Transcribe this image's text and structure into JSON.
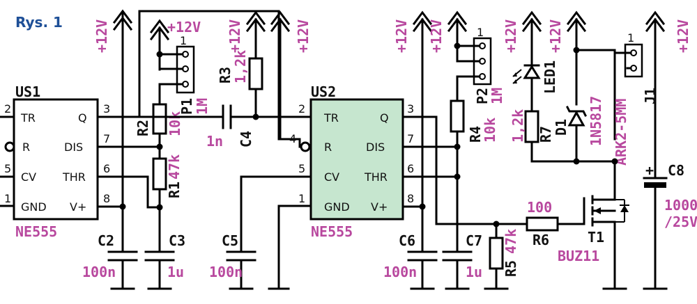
{
  "title": "Rys. 1",
  "supply_label": "+12V",
  "ic1": {
    "ref": "US1",
    "part": "NE555"
  },
  "ic2": {
    "ref": "US2",
    "part": "NE555"
  },
  "ic_pins": {
    "tr": "TR",
    "q": "Q",
    "r": "R",
    "dis": "DIS",
    "cv": "CV",
    "thr": "THR",
    "gnd": "GND",
    "vplus": "V+"
  },
  "pin_numbers": {
    "tr": "2",
    "q": "3",
    "r": "4",
    "dis": "7",
    "cv": "5",
    "thr": "6",
    "gnd": "1",
    "vplus": "8"
  },
  "p1": {
    "ref": "P1",
    "value": "1M"
  },
  "p2": {
    "ref": "P2",
    "value": "1M"
  },
  "header_pins": {
    "one": "1"
  },
  "r1": {
    "ref": "R1",
    "value": "47k"
  },
  "r2": {
    "ref": "R2",
    "value": "10k"
  },
  "r3": {
    "ref": "R3",
    "value": "1,2k"
  },
  "r4": {
    "ref": "R4",
    "value": "10k"
  },
  "r5": {
    "ref": "R5",
    "value": "47k"
  },
  "r6": {
    "ref": "R6",
    "value": "100"
  },
  "r7": {
    "ref": "R7",
    "value": "1,2k"
  },
  "c2": {
    "ref": "C2",
    "value": "100n"
  },
  "c3": {
    "ref": "C3",
    "value": "1u"
  },
  "c4": {
    "ref": "C4",
    "value": "1n"
  },
  "c5": {
    "ref": "C5",
    "value": "100n"
  },
  "c6": {
    "ref": "C6",
    "value": "100n"
  },
  "c7": {
    "ref": "C7",
    "value": "1u"
  },
  "c8": {
    "ref": "C8",
    "value": "1000",
    "value2": "/25V",
    "plus": "+"
  },
  "led1": {
    "ref": "LED1"
  },
  "d1": {
    "ref": "D1",
    "part": "1N5817"
  },
  "j1": {
    "ref": "J1",
    "part": "ARK2-5MM"
  },
  "t1": {
    "ref": "T1",
    "part": "BUZ11"
  }
}
